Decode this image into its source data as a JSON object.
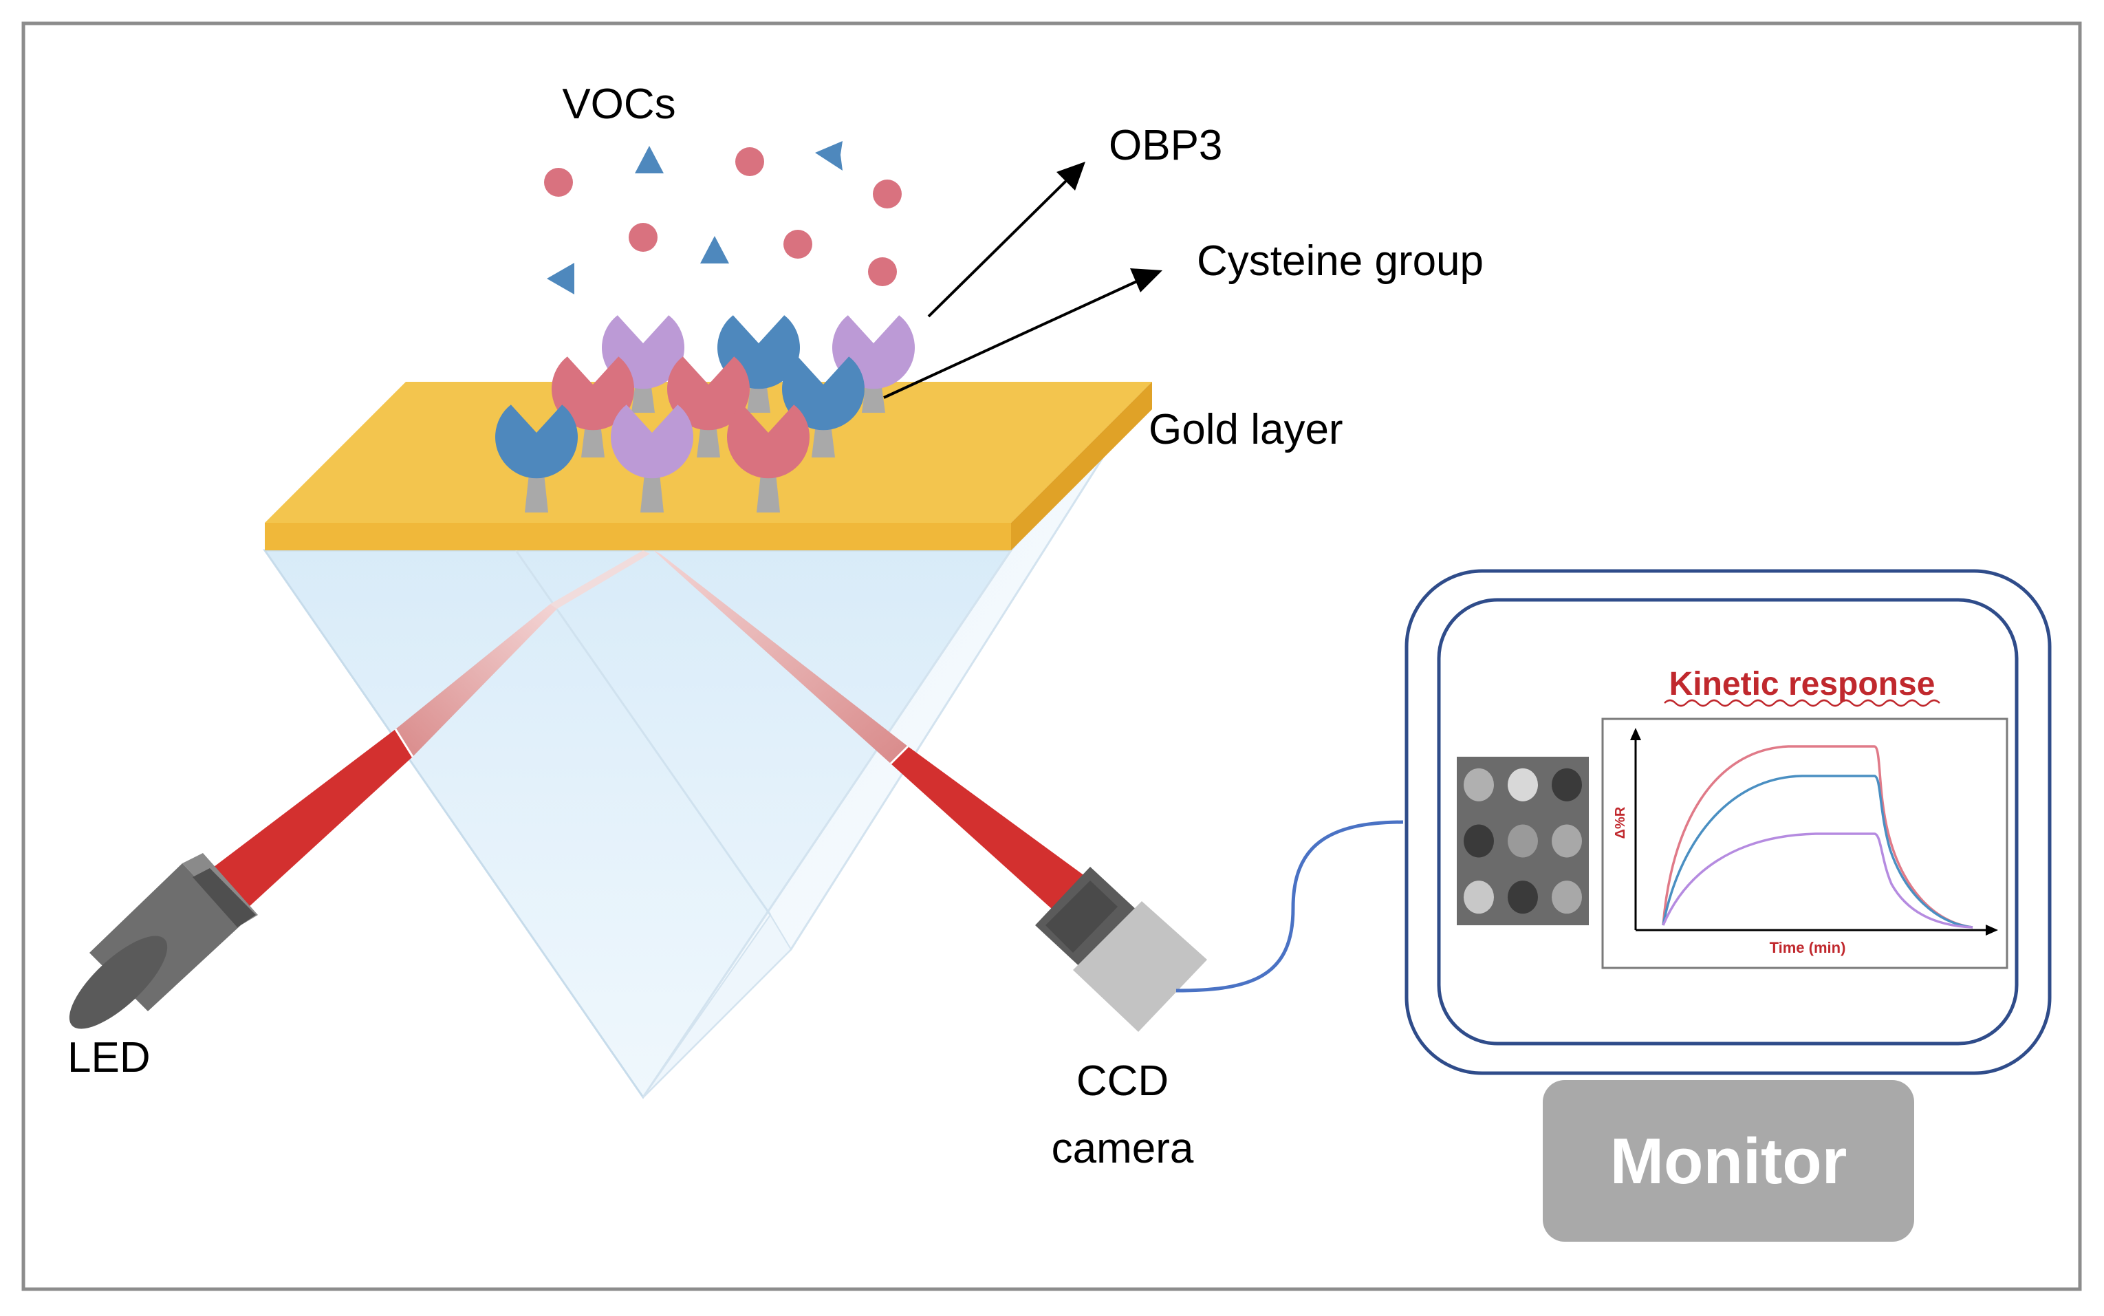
{
  "labels": {
    "vocs": "VOCs",
    "obp3": "OBP3",
    "cysteine": "Cysteine group",
    "gold": "Gold layer",
    "led": "LED",
    "ccd_line1": "CCD",
    "ccd_line2": "camera",
    "monitor": "Monitor"
  },
  "monitor_screen": {
    "chart_title": "Kinetic response",
    "x_axis_label": "Time (min)",
    "y_axis_label": "Δ%R"
  },
  "sensor_array_shades": [
    "#b0b0b0",
    "#d8d8d8",
    "#3a3a3a",
    "#3a3a3a",
    "#9a9a9a",
    "#a8a8a8",
    "#c8c8c8",
    "#3a3a3a",
    "#a8a8a8"
  ],
  "colors": {
    "gold": "#f2c24a",
    "gold_edge": "#e0aa2c",
    "receptor_pink": "#d9727f",
    "receptor_blue": "#4e88bd",
    "receptor_purple": "#bc9ad6",
    "beam": "#d42e2e",
    "stem": "#a9a9a9",
    "curve_pink": "#e07a88",
    "curve_blue": "#4a8fc2",
    "curve_purple": "#b58be0",
    "title_red": "#c0282d",
    "monitor_frame": "#2f4c8a",
    "cable": "#4a72c4"
  }
}
